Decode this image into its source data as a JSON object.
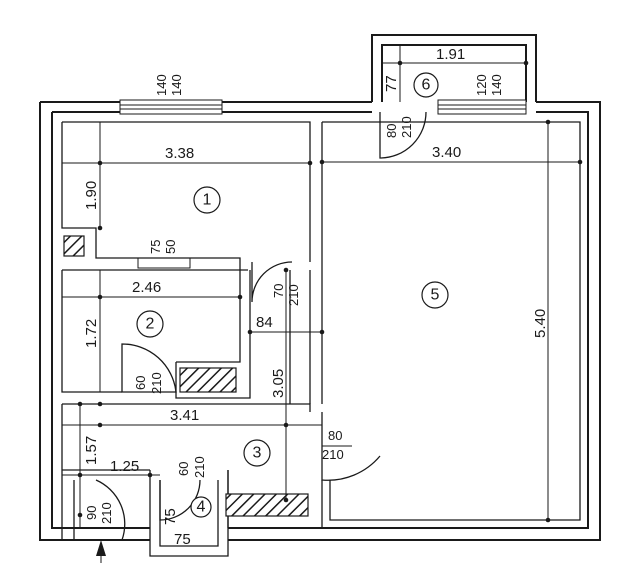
{
  "rooms": [
    {
      "number": "1"
    },
    {
      "number": "2"
    },
    {
      "number": "3"
    },
    {
      "number": "4"
    },
    {
      "number": "5"
    },
    {
      "number": "6"
    }
  ],
  "dimensions": {
    "room1_width": "3.38",
    "room1_depth": "1.90",
    "room2_width": "2.46",
    "room2_depth": "1.72",
    "hall_width": "3.41",
    "hall_depth": "1.57",
    "hall_lower_width": "1.25",
    "corridor_width": "84",
    "corridor_length": "3.05",
    "room5_width": "3.40",
    "room5_depth": "5.40",
    "balcony_width": "1.91",
    "balcony_depth": "77",
    "storage_width": "75",
    "storage_depth": "75"
  },
  "openings": {
    "window1": {
      "width": "140",
      "height": "140"
    },
    "window_balcony": {
      "width": "120",
      "height": "140"
    },
    "window_small": {
      "width": "75",
      "height": "50"
    },
    "door_balcony": {
      "width": "80",
      "height": "210"
    },
    "door_room1": {
      "width": "70",
      "height": "210"
    },
    "door_room2": {
      "width": "60",
      "height": "210"
    },
    "door_room5": {
      "width": "80",
      "height": "210"
    },
    "door_storage": {
      "width": "60",
      "height": "210"
    },
    "door_entrance": {
      "width": "90",
      "height": "210"
    }
  }
}
